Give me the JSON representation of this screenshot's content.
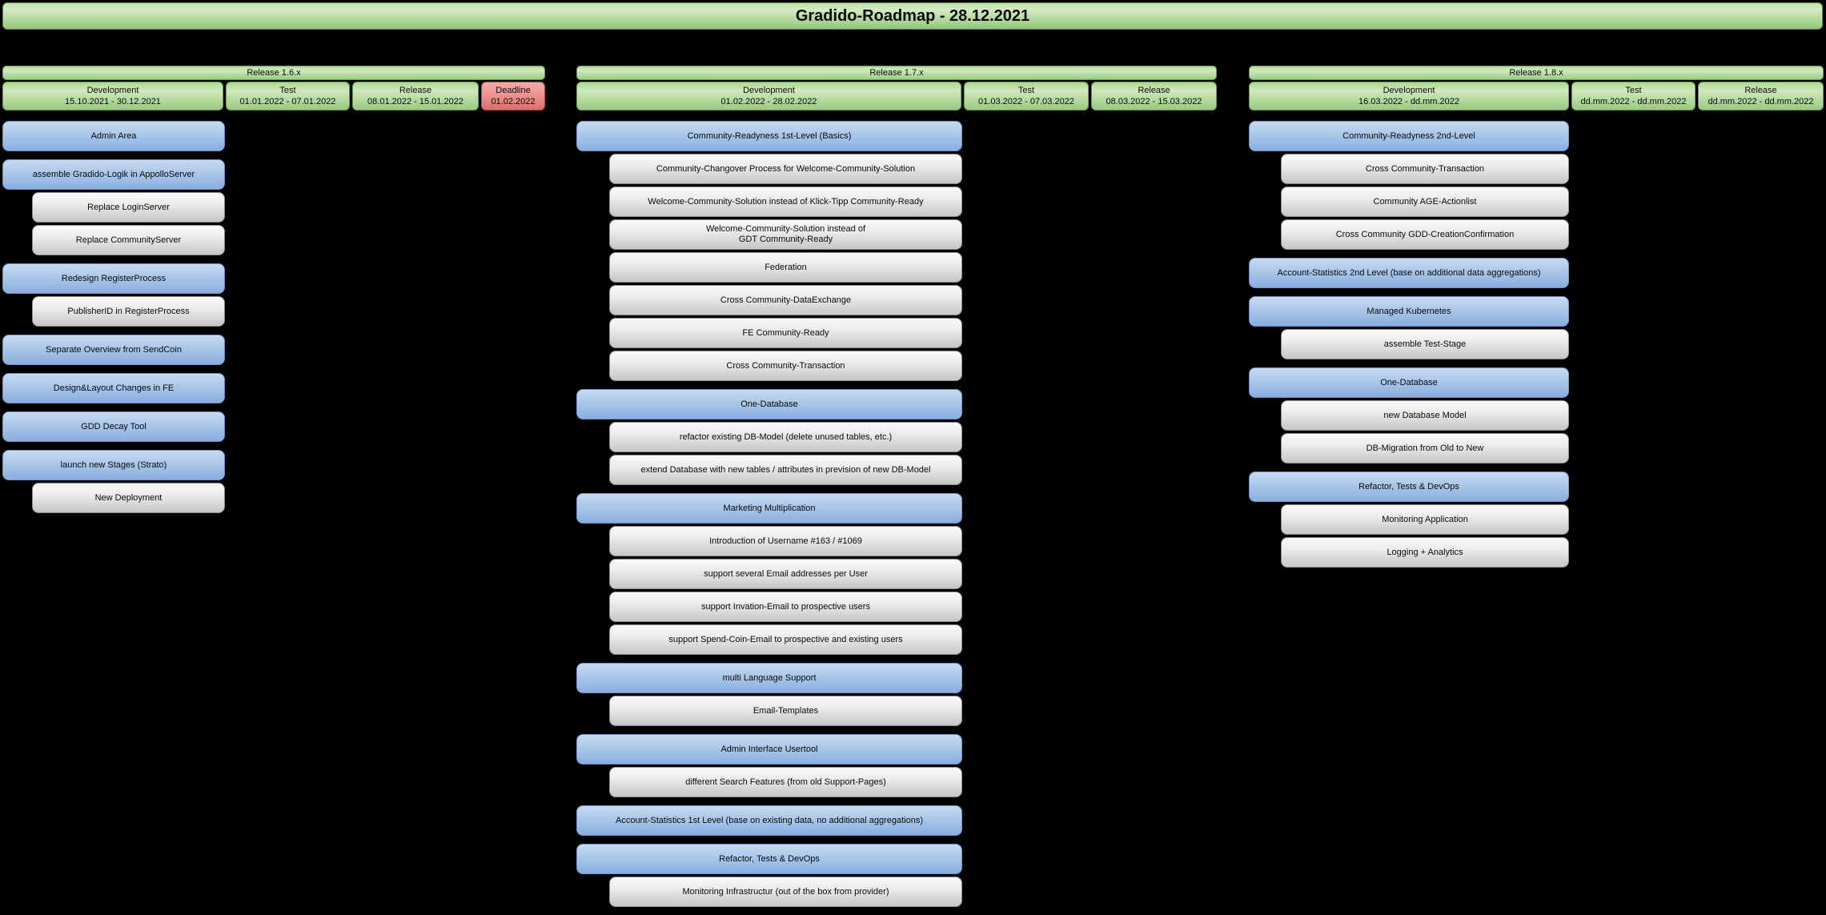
{
  "title": "Gradido-Roadmap - 28.12.2021",
  "colors": {
    "background": "#000000",
    "green_accent": "#9bcd83",
    "blue_accent": "#89aee0",
    "gray_accent": "#d9d9d9",
    "red_accent": "#e06c68"
  },
  "releases": [
    {
      "name": "Release 1.6.x",
      "phases": [
        {
          "label": "Development",
          "dates": "15.10.2021 - 30.12.2021",
          "style": "green"
        },
        {
          "label": "Test",
          "dates": "01.01.2022 - 07.01.2022",
          "style": "green"
        },
        {
          "label": "Release",
          "dates": "08.01.2022 - 15.01.2022",
          "style": "green"
        },
        {
          "label": "Deadline",
          "dates": "01.02.2022",
          "style": "red"
        }
      ],
      "groups": [
        {
          "parent": "Admin Area",
          "children": []
        },
        {
          "parent": "assemble Gradido-Logik in AppolloServer",
          "children": [
            "Replace LoginServer",
            "Replace CommunityServer"
          ]
        },
        {
          "parent": "Redesign RegisterProcess",
          "children": [
            "PublisherID in RegisterProcess"
          ]
        },
        {
          "parent": "Separate Overview from SendCoin",
          "children": []
        },
        {
          "parent": "Design&Layout Changes in FE",
          "children": []
        },
        {
          "parent": "GDD Decay Tool",
          "children": []
        },
        {
          "parent": "launch new Stages (Strato)",
          "children": [
            "New Deployment"
          ]
        }
      ]
    },
    {
      "name": "Release 1.7.x",
      "phases": [
        {
          "label": "Development",
          "dates": "01.02.2022 - 28.02.2022",
          "style": "green"
        },
        {
          "label": "Test",
          "dates": "01.03.2022 - 07.03.2022",
          "style": "green"
        },
        {
          "label": "Release",
          "dates": "08.03.2022 - 15.03.2022",
          "style": "green"
        }
      ],
      "groups": [
        {
          "parent": "Community-Readyness 1st-Level (Basics)",
          "children": [
            "Community-Changover Process for Welcome-Community-Solution",
            "Welcome-Community-Solution instead of Klick-Tipp Community-Ready",
            "Welcome-Community-Solution instead of\nGDT Community-Ready",
            "Federation",
            "Cross Community-DataExchange",
            "FE Community-Ready",
            "Cross Community-Transaction"
          ]
        },
        {
          "parent": "One-Database",
          "children": [
            "refactor existing DB-Model (delete unused tables, etc.)",
            "extend Database with new tables / attributes in prevision of new DB-Model"
          ]
        },
        {
          "parent": "Marketing Multiplication",
          "children": [
            "Introduction of Username #163 / #1069",
            "support several Email addresses per User",
            "support Invation-Email to prospective users",
            "support Spend-Coin-Email to prospective and existing users"
          ]
        },
        {
          "parent": "multi Language Support",
          "children": [
            "Email-Templates"
          ]
        },
        {
          "parent": "Admin Interface Usertool",
          "children": [
            "different Search Features (from old Support-Pages)"
          ]
        },
        {
          "parent": "Account-Statistics 1st Level (base on existing data, no additional aggregations)",
          "children": []
        },
        {
          "parent": "Refactor, Tests & DevOps",
          "children": [
            "Monitoring Infrastructur (out of the box from provider)"
          ]
        }
      ]
    },
    {
      "name": "Release 1.8.x",
      "phases": [
        {
          "label": "Development",
          "dates": "16.03.2022 - dd.mm.2022",
          "style": "green"
        },
        {
          "label": "Test",
          "dates": "dd.mm.2022 - dd.mm.2022",
          "style": "green"
        },
        {
          "label": "Release",
          "dates": "dd.mm.2022 - dd.mm.2022",
          "style": "green"
        }
      ],
      "groups": [
        {
          "parent": "Community-Readyness 2nd-Level",
          "children": [
            "Cross Community-Transaction",
            "Community AGE-Actionlist",
            "Cross Community GDD-CreationConfirmation"
          ]
        },
        {
          "parent": "Account-Statistics 2nd Level (base on additional data aggregations)",
          "children": []
        },
        {
          "parent": "Managed Kubernetes",
          "children": [
            "assemble Test-Stage"
          ]
        },
        {
          "parent": "One-Database",
          "children": [
            "new Database Model",
            "DB-Migration from Old to New"
          ]
        },
        {
          "parent": "Refactor, Tests & DevOps",
          "children": [
            "Monitoring Application",
            "Logging + Analytics"
          ]
        }
      ]
    }
  ]
}
